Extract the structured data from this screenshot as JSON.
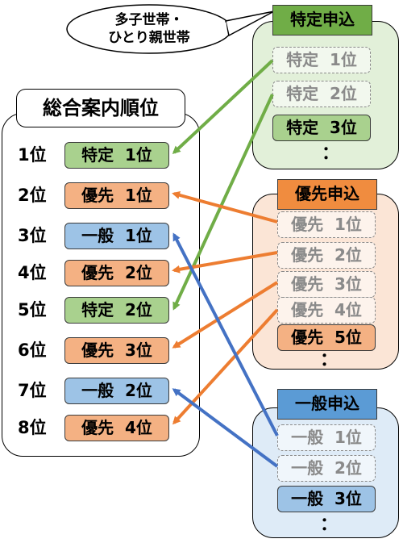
{
  "callout": {
    "line1": "多子世帯・",
    "line2": "ひとり親世帯"
  },
  "overall": {
    "title": "総合案内順位",
    "rows": [
      {
        "rank": "1位",
        "chip": "特定  1位",
        "kind": "green"
      },
      {
        "rank": "2位",
        "chip": "優先  1位",
        "kind": "orange"
      },
      {
        "rank": "3位",
        "chip": "一般  1位",
        "kind": "blue"
      },
      {
        "rank": "4位",
        "chip": "優先  2位",
        "kind": "orange"
      },
      {
        "rank": "5位",
        "chip": "特定  2位",
        "kind": "green"
      },
      {
        "rank": "6位",
        "chip": "優先  3位",
        "kind": "orange"
      },
      {
        "rank": "7位",
        "chip": "一般  2位",
        "kind": "blue"
      },
      {
        "rank": "8位",
        "chip": "優先  4位",
        "kind": "orange"
      }
    ]
  },
  "tokutei": {
    "title": "特定申込",
    "items": [
      "特定  1位",
      "特定  2位",
      "特定  3位"
    ],
    "dots": "："
  },
  "yusen": {
    "title": "優先申込",
    "items": [
      "優先  1位",
      "優先  2位",
      "優先  3位",
      "優先  4位",
      "優先  5位"
    ],
    "dots": "："
  },
  "ippan": {
    "title": "一般申込",
    "items": [
      "一般  1位",
      "一般  2位",
      "一般  3位"
    ],
    "dots": "："
  },
  "colors": {
    "green_fill": "#a9d18e",
    "green_panel": "#e2f0d9",
    "green_header": "#70ad47",
    "green_arrow": "#70ad47",
    "orange_fill": "#f4b183",
    "orange_panel": "#fbe5d6",
    "orange_header": "#f08c3f",
    "orange_arrow": "#ed7d31",
    "blue_fill": "#9dc3e6",
    "blue_panel": "#deebf7",
    "blue_header": "#5b9bd5",
    "blue_arrow": "#4472c4"
  }
}
